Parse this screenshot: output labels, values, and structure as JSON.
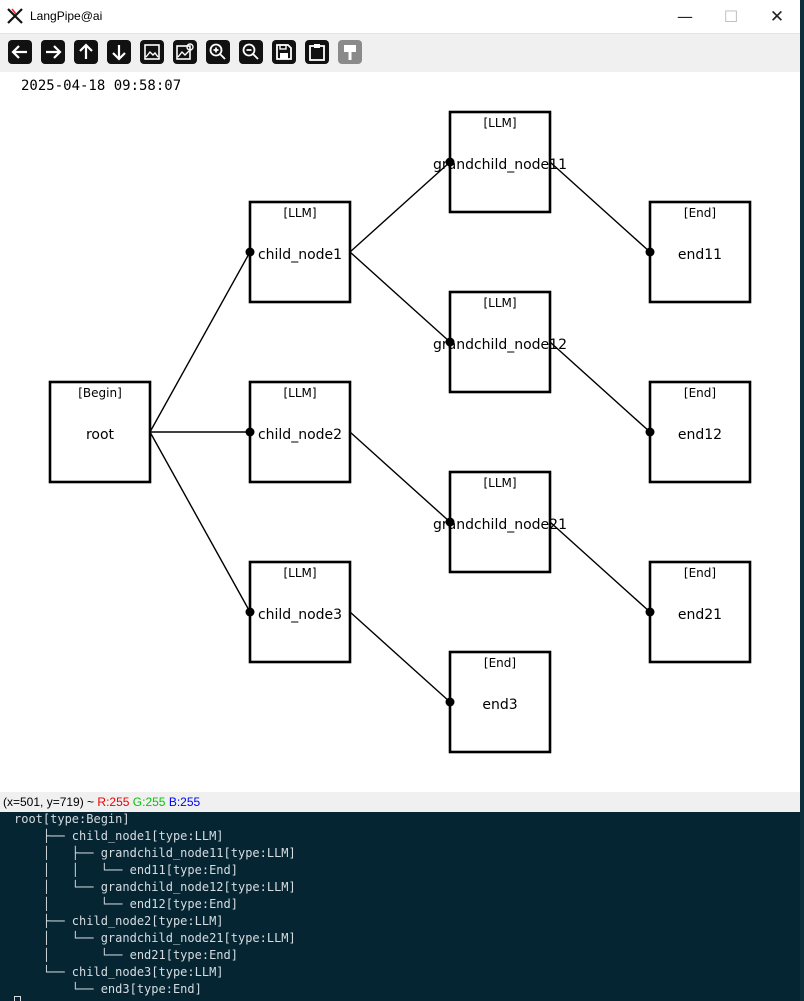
{
  "window": {
    "title": "LangPipe@ai",
    "min_symbol": "—",
    "max_symbol": "☐",
    "close_symbol": "✕"
  },
  "toolbar": {
    "buttons": [
      {
        "name": "back-arrow-icon"
      },
      {
        "name": "forward-arrow-icon"
      },
      {
        "name": "up-arrow-icon"
      },
      {
        "name": "down-arrow-icon"
      },
      {
        "name": "image-icon"
      },
      {
        "name": "image-edit-icon"
      },
      {
        "name": "zoom-in-icon"
      },
      {
        "name": "zoom-out-icon"
      },
      {
        "name": "save-icon"
      },
      {
        "name": "clipboard-icon"
      },
      {
        "name": "paint-brush-icon",
        "disabled": true
      }
    ]
  },
  "canvas": {
    "timestamp": "2025-04-18 09:58:07",
    "nodes": [
      {
        "id": "root",
        "type": "Begin",
        "label": "root"
      },
      {
        "id": "child_node1",
        "type": "LLM",
        "label": "child_node1"
      },
      {
        "id": "child_node2",
        "type": "LLM",
        "label": "child_node2"
      },
      {
        "id": "child_node3",
        "type": "LLM",
        "label": "child_node3"
      },
      {
        "id": "grandchild_node11",
        "type": "LLM",
        "label": "grandchild_node11"
      },
      {
        "id": "grandchild_node12",
        "type": "LLM",
        "label": "grandchild_node12"
      },
      {
        "id": "grandchild_node21",
        "type": "LLM",
        "label": "grandchild_node21"
      },
      {
        "id": "end3",
        "type": "End",
        "label": "end3"
      },
      {
        "id": "end11",
        "type": "End",
        "label": "end11"
      },
      {
        "id": "end12",
        "type": "End",
        "label": "end12"
      },
      {
        "id": "end21",
        "type": "End",
        "label": "end21"
      }
    ],
    "edges": [
      [
        "root",
        "child_node1"
      ],
      [
        "root",
        "child_node2"
      ],
      [
        "root",
        "child_node3"
      ],
      [
        "child_node1",
        "grandchild_node11"
      ],
      [
        "child_node1",
        "grandchild_node12"
      ],
      [
        "child_node2",
        "grandchild_node21"
      ],
      [
        "child_node3",
        "end3"
      ],
      [
        "grandchild_node11",
        "end11"
      ],
      [
        "grandchild_node12",
        "end12"
      ],
      [
        "grandchild_node21",
        "end21"
      ]
    ]
  },
  "status": {
    "coords": "(x=501, y=719) ~ ",
    "r": "R:255",
    "g": "G:255",
    "b": "B:255"
  },
  "terminal": {
    "lines": [
      "root[type:Begin]",
      "    ├── child_node1[type:LLM]",
      "    │   ├── grandchild_node11[type:LLM]",
      "    │   │   └── end11[type:End]",
      "    │   └── grandchild_node12[type:LLM]",
      "    │       └── end12[type:End]",
      "    ├── child_node2[type:LLM]",
      "    │   └── grandchild_node21[type:LLM]",
      "    │       └── end21[type:End]",
      "    └── child_node3[type:LLM]",
      "        └── end3[type:End]"
    ]
  }
}
